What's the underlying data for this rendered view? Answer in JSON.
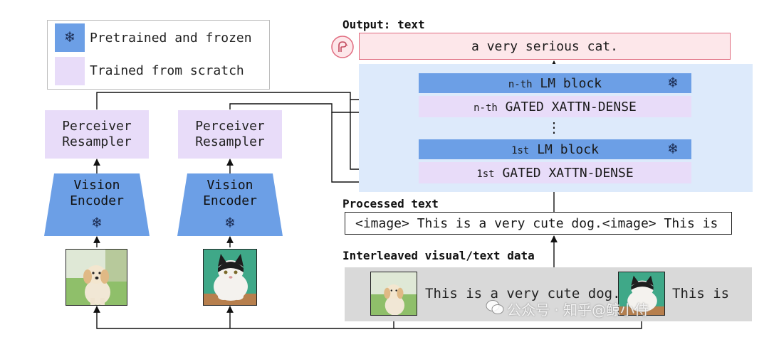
{
  "legend": {
    "frozen_icon": "snowflake-icon",
    "frozen_label": "Pretrained and frozen",
    "trained_label": "Trained from scratch"
  },
  "colors": {
    "frozen": "#6c9fe6",
    "trained": "#e8dcf9",
    "lm_background": "#ddeafb",
    "output_fill": "#fde7ea",
    "output_border": "#e06a7e",
    "interleaved_fill": "#d9d9d9"
  },
  "left_column": {
    "perceiver_line1": "Perceiver",
    "perceiver_line2": "Resampler",
    "encoder_line1": "Vision",
    "encoder_line2": "Encoder",
    "encoder_icon": "snowflake-icon",
    "image_subject": "dog-photo"
  },
  "right_column": {
    "perceiver_line1": "Perceiver",
    "perceiver_line2": "Resampler",
    "encoder_line1": "Vision",
    "encoder_line2": "Encoder",
    "encoder_icon": "snowflake-icon",
    "image_subject": "cat-photo"
  },
  "output": {
    "title": "Output: text",
    "text": "a very serious cat.",
    "icon": "flamingo-logo-icon"
  },
  "lm_stack": {
    "nth_lm_prefix": "n-th",
    "nth_lm_label": "LM block",
    "nth_gated_prefix": "n-th",
    "nth_gated_label": "GATED XATTN-DENSE",
    "first_lm_prefix": "1st",
    "first_lm_label": "LM block",
    "first_gated_prefix": "1st",
    "first_gated_label": "GATED XATTN-DENSE",
    "ellipsis": "⋮"
  },
  "processed": {
    "title": "Processed text",
    "text": "<image> This is a very cute dog.<image> This is"
  },
  "interleaved": {
    "title": "Interleaved visual/text data",
    "text1": "This is a very cute dog.",
    "text2": "This is"
  },
  "watermark": {
    "text": "公众号 · 知乎@鲸小侍"
  }
}
